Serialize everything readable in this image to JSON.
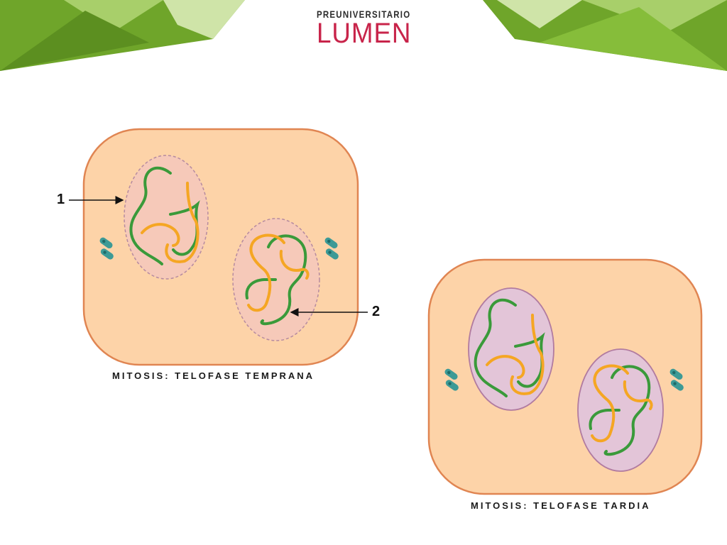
{
  "header": {
    "logo_small": "PREUNIVERSITARIO",
    "logo_big": "LUMEN",
    "colors": {
      "green_dark": "#6fa52a",
      "green_light": "#a8cf6a",
      "green_pale": "#cfe4a8",
      "logo_red": "#c8244a"
    }
  },
  "diagram": {
    "early": {
      "caption": "MITOSIS: TELOFASE TEMPRANA",
      "pointers": [
        {
          "label": "1"
        },
        {
          "label": "2"
        }
      ]
    },
    "late": {
      "caption": "MITOSIS: TELOFASE TARDIA"
    },
    "colors": {
      "cytoplasm": "#fdd3a8",
      "membrane": "#e08552",
      "nucleus_forming": "#f6c9b9",
      "nucleus_formed": "#e3c5d8",
      "chromosome_green": "#3a9a3a",
      "chromosome_orange": "#f5a623",
      "centriole": "#3d9a96"
    }
  }
}
